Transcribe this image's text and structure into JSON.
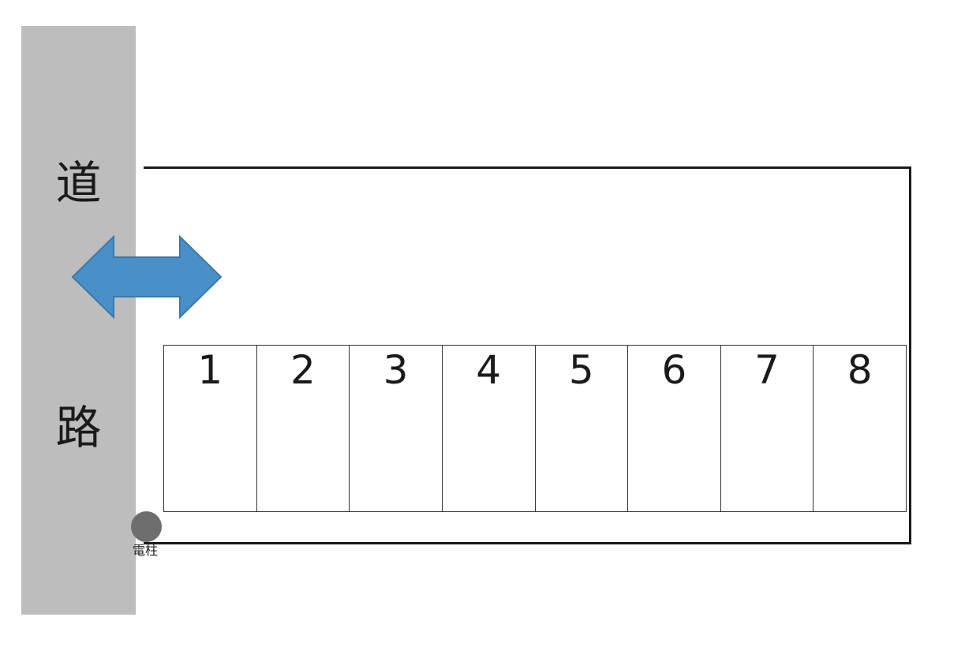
{
  "road": {
    "char_top": "道",
    "char_bottom": "路",
    "color": "#bdbdbd"
  },
  "arrow": {
    "icon": "double-arrow-icon",
    "color": "#4a90c8"
  },
  "spaces": [
    "1",
    "2",
    "3",
    "4",
    "5",
    "6",
    "7",
    "8"
  ],
  "utility_pole": {
    "label": "電柱",
    "color": "#6e6e6e"
  }
}
